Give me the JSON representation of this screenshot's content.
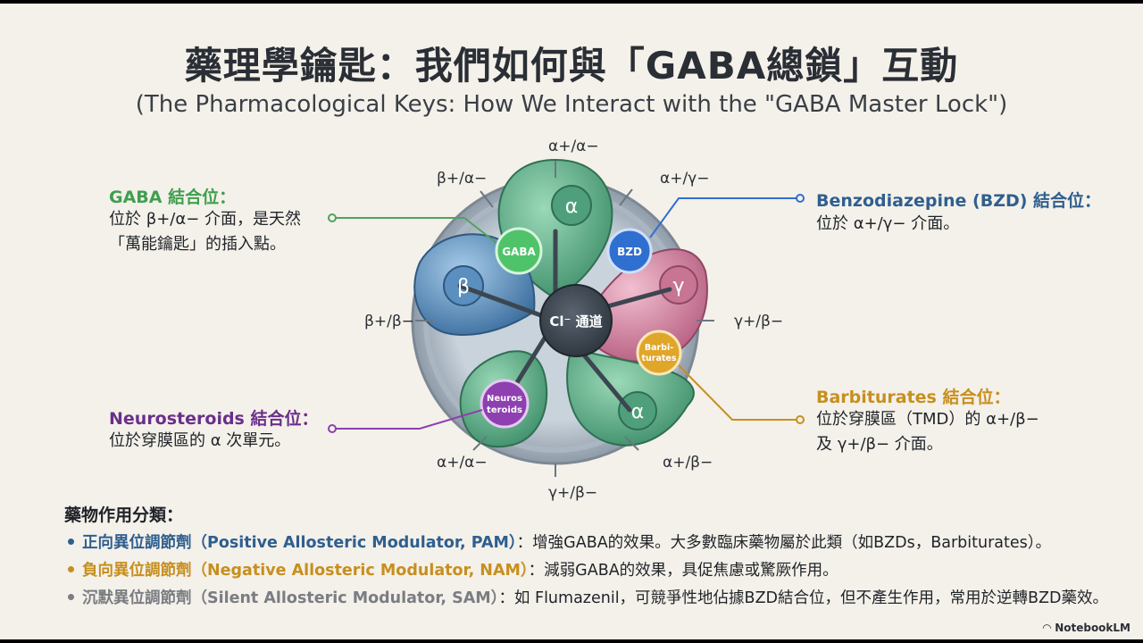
{
  "title": "藥理學鑰匙：我們如何與「GABA總鎖」互動",
  "subtitle": "(The Pharmacological Keys: How We Interact with the \"GABA Master Lock\")",
  "diagram": {
    "center_label": "Cl⁻ 通道",
    "subunits": {
      "alpha_top": "α",
      "beta": "β",
      "gamma": "γ",
      "alpha_bottom": "α"
    },
    "sites": {
      "gaba": "GABA",
      "bzd": "BZD",
      "barbiturates_line1": "Barbi-",
      "barbiturates_line2": "turates",
      "neurosteroids_line1": "Neuros",
      "neurosteroids_line2": "teroids"
    },
    "interfaces": {
      "top": "α+/α−",
      "top_left": "β+/α−",
      "top_right": "α+/γ−",
      "left": "β+/β−",
      "right": "γ+/β−",
      "bottom_left": "α+/α−",
      "bottom_right": "α+/β−",
      "bottom": "γ+/β−"
    },
    "colors": {
      "alpha": "#5fb28c",
      "beta": "#5b93c2",
      "gamma": "#d98aa6",
      "gaba_site": "#4fc36a",
      "bzd_site": "#2f6fd0",
      "barbiturates_site": "#e0a62a",
      "neurosteroids_site": "#8e3fb0",
      "center": "#3c4650"
    }
  },
  "labels": {
    "gaba": {
      "title": "GABA 結合位：",
      "line1": "位於 β+/α− 介面，是天然",
      "line2": "「萬能鑰匙」的插入點。"
    },
    "bzd": {
      "title": "Benzodiazepine (BZD) 結合位：",
      "line1": "位於 α+/γ− 介面。"
    },
    "neurosteroids": {
      "title": "Neurosteroids 結合位：",
      "line1": "位於穿膜區的 α 次單元。"
    },
    "barbiturates": {
      "title": "Barbiturates 結合位：",
      "line1": "位於穿膜區（TMD）的 α+/β−",
      "line2": "及 γ+/β− 介面。"
    }
  },
  "classification": {
    "title": "藥物作用分類：",
    "items": [
      {
        "name": "正向異位調節劑（Positive Allosteric Modulator, PAM）",
        "desc": "：增強GABA的效果。大多數臨床藥物屬於此類（如BZDs，Barbiturates）。",
        "color": "#2f5f8f"
      },
      {
        "name": "負向異位調節劑（Negative Allosteric Modulator, NAM）",
        "desc": "：減弱GABA的效果，具促焦慮或驚厥作用。",
        "color": "#c78f1f"
      },
      {
        "name": "沉默異位調節劑（Silent Allosteric Modulator, SAM）",
        "desc": "：如 Flumazenil，可競爭性地佔據BZD結合位，但不產生作用，常用於逆轉BZD藥效。",
        "color": "#7a7d82"
      }
    ]
  },
  "brand": "NotebookLM"
}
